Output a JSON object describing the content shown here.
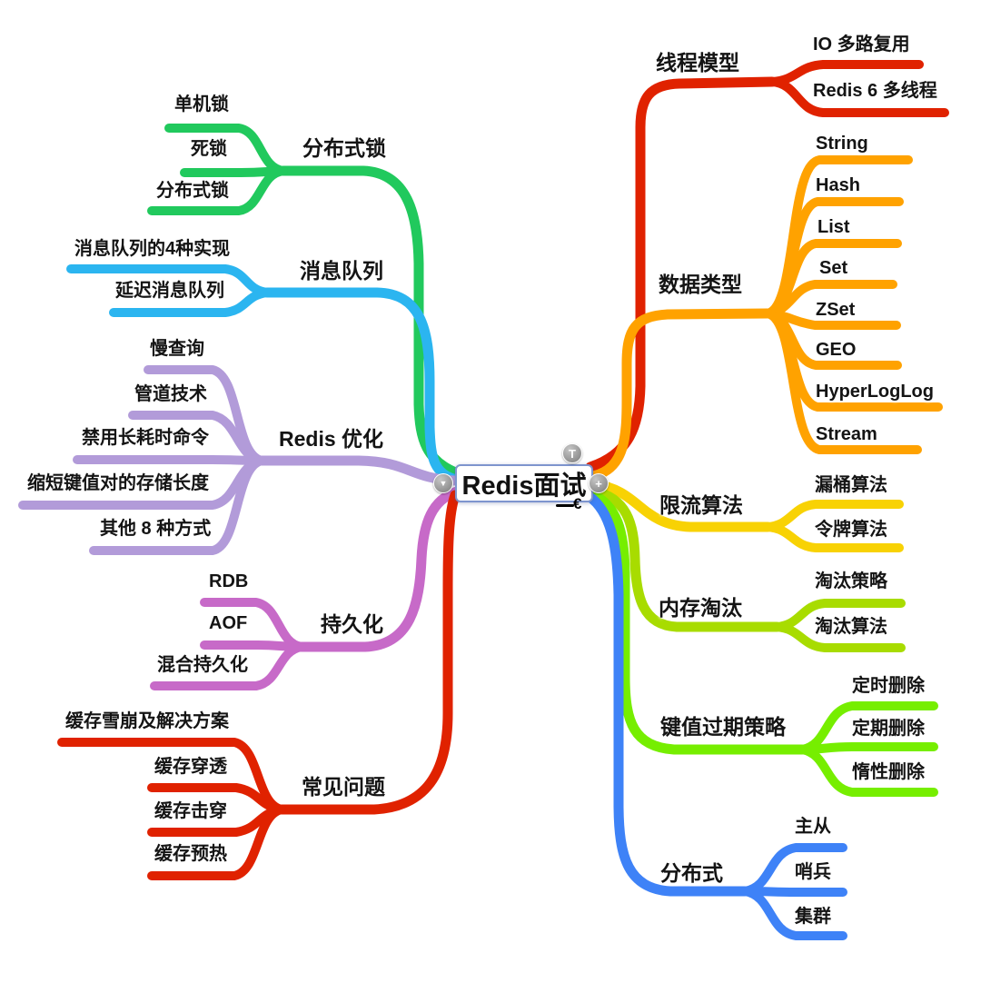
{
  "root": {
    "label": "Redis面试"
  },
  "handles": {
    "top": "T",
    "right": "+",
    "left": "▼",
    "collapse": "€"
  },
  "branches_right": [
    {
      "label": "线程模型",
      "color": "#E02200",
      "children": [
        "IO 多路复用",
        "Redis 6 多线程"
      ]
    },
    {
      "label": "数据类型",
      "color": "#FFA200",
      "children": [
        "String",
        "Hash",
        "List",
        "Set",
        "ZSet",
        "GEO",
        "HyperLogLog",
        "Stream"
      ]
    },
    {
      "label": "限流算法",
      "color": "#F8D204",
      "children": [
        "漏桶算法",
        "令牌算法"
      ]
    },
    {
      "label": "内存淘汰",
      "color": "#A8DC00",
      "children": [
        "淘汰策略",
        "淘汰算法"
      ]
    },
    {
      "label": "键值过期策略",
      "color": "#76EE00",
      "children": [
        "定时删除",
        "定期删除",
        "惰性删除"
      ]
    },
    {
      "label": "分布式",
      "color": "#3E82F7",
      "children": [
        "主从",
        "哨兵",
        "集群"
      ]
    }
  ],
  "branches_left": [
    {
      "label": "分布式锁",
      "color": "#21C95D",
      "children": [
        "单机锁",
        "死锁",
        "分布式锁"
      ]
    },
    {
      "label": "消息队列",
      "color": "#2BB5F0",
      "children": [
        "消息队列的4种实现",
        "延迟消息队列"
      ]
    },
    {
      "label": "Redis 优化",
      "color": "#B29BD9",
      "children": [
        "慢查询",
        "管道技术",
        "禁用长耗时命令",
        "缩短键值对的存储长度",
        "其他 8 种方式"
      ]
    },
    {
      "label": "持久化",
      "color": "#C76AC8",
      "children": [
        "RDB",
        "AOF",
        "混合持久化"
      ]
    },
    {
      "label": "常见问题",
      "color": "#E02200",
      "children": [
        "缓存雪崩及解决方案",
        "缓存穿透",
        "缓存击穿",
        "缓存预热"
      ]
    }
  ]
}
